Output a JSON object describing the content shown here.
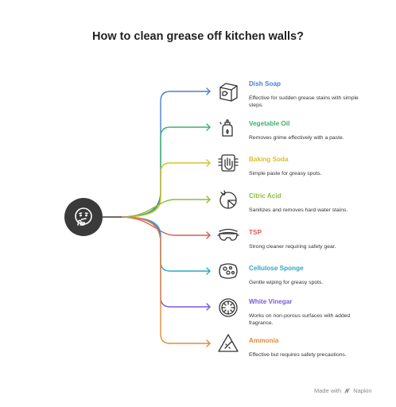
{
  "title": "How to clean grease off kitchen walls?",
  "items": [
    {
      "label": "Dish Soap",
      "desc": "Effective for sudden grease stains with simple steps.",
      "color": "#4a7fd6",
      "icon": "pot-icon"
    },
    {
      "label": "Vegetable Oil",
      "desc": "Removes grime effectively with a paste.",
      "color": "#3fb26b",
      "icon": "oil-bottle-icon"
    },
    {
      "label": "Baking Soda",
      "desc": "Simple paste for greasy spots.",
      "color": "#d8c02a",
      "icon": "hand-icon"
    },
    {
      "label": "Citric Acid",
      "desc": "Sanitizes and removes hard water stains.",
      "color": "#8bbd3b",
      "icon": "citrus-icon"
    },
    {
      "label": "TSP",
      "desc": "Strong cleaner requiring safety gear.",
      "color": "#dd5a4f",
      "icon": "safety-goggles-icon"
    },
    {
      "label": "Cellulose Sponge",
      "desc": "Gentle wiping for greasy spots.",
      "color": "#2fa7c8",
      "icon": "sponge-icon"
    },
    {
      "label": "White Vinegar",
      "desc": "Works on non-porous surfaces with added fragrance.",
      "color": "#7a5cd6",
      "icon": "lemon-slice-icon"
    },
    {
      "label": "Ammonia",
      "desc": "Effective but requires safety precautions.",
      "color": "#e08a3c",
      "icon": "warning-icon"
    }
  ],
  "footer": {
    "prefix": "Made with",
    "brand": "Napkin",
    "icon": "napkin-logo-icon"
  }
}
